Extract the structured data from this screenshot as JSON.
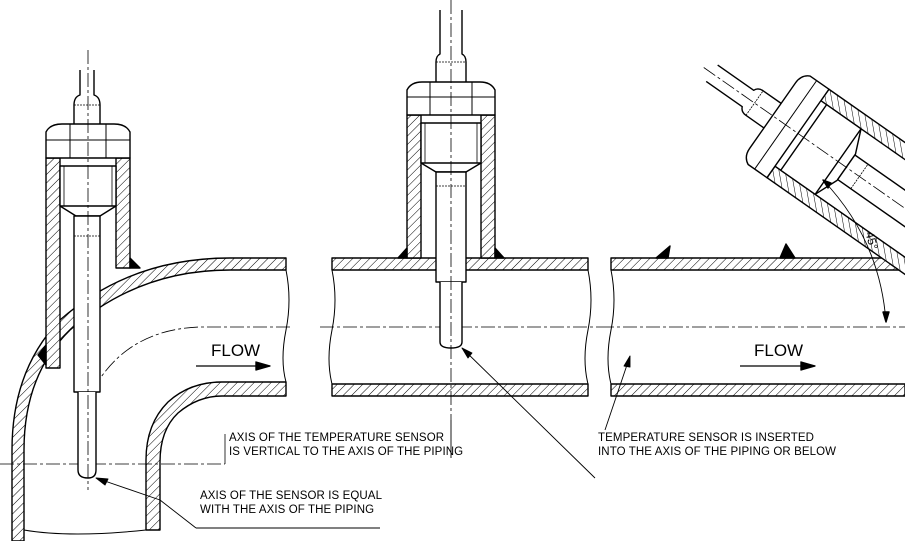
{
  "labels": {
    "flow_left": "FLOW",
    "flow_right": "FLOW",
    "angle": "45°",
    "note_vertical_line1": "AXIS OF THE TEMPERATURE SENSOR",
    "note_vertical_line2": "IS VERTICAL TO THE AXIS OF THE PIPING",
    "note_equal_line1": "AXIS OF THE SENSOR IS EQUAL",
    "note_equal_line2": "WITH THE AXIS OF THE PIPING",
    "note_inserted_line1": "TEMPERATURE SENSOR IS INSERTED",
    "note_inserted_line2": "INTO THE AXIS OF THE PIPING OR BELOW"
  }
}
